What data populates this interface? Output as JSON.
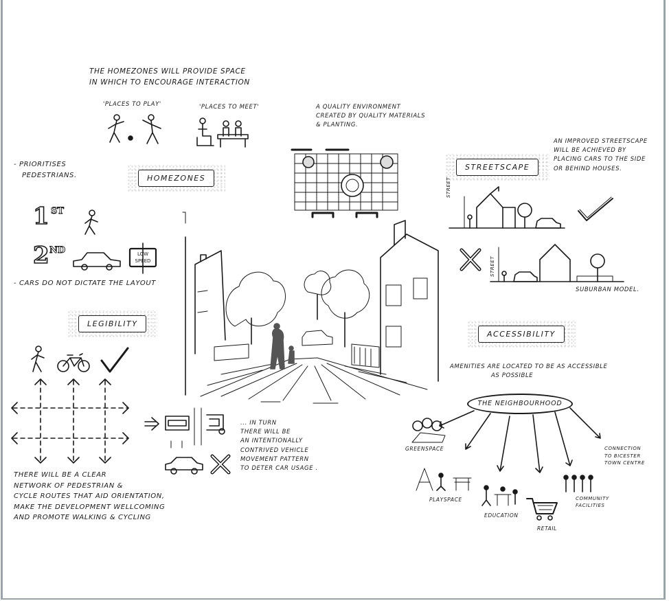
{
  "homezones": {
    "intro": [
      "THE HOMEZONES WILL PROVIDE SPACE",
      "IN WHICH TO ENCOURAGE INTERACTION"
    ],
    "places_to_play": "'PLACES TO PLAY'",
    "places_to_meet": "'PLACES TO MEET'",
    "title": "HOMEZONES",
    "prioritises": [
      "- PRIORITISES",
      "PEDESTRIANS."
    ]
  },
  "priority": {
    "first_num": "1",
    "first_sup": "ST",
    "second_num": "2",
    "second_sup": "ND",
    "sign_line1": "LOW",
    "sign_line2": "SPEED",
    "cars_note": "- CARS DO NOT DICTATE THE LAYOUT"
  },
  "quality": {
    "text": [
      "A QUALITY ENVIRONMENT",
      "CREATED BY QUALITY MATERIALS",
      "& PLANTING."
    ]
  },
  "streetscape": {
    "title": "STREETSCAPE",
    "text": [
      "AN IMPROVED STREETSCAPE",
      "WILL BE ACHIEVED BY",
      "PLACING CARS TO THE SIDE",
      "OR BEHIND HOUSES."
    ],
    "street_label": "STREET",
    "street_label_2": "STREET",
    "suburban": "SUBURBAN MODEL."
  },
  "legibility": {
    "title": "LEGIBILITY",
    "text": [
      "THERE WILL BE A CLEAR",
      "NETWORK OF PEDESTRIAN &",
      "CYCLE ROUTES THAT AID ORIENTATION,",
      "MAKE THE DEVELOPMENT WELLCOMING",
      "AND PROMOTE WALKING & CYCLING"
    ],
    "vehicle_text": [
      "... IN TURN",
      "THERE WILL BE",
      "AN INTENTIONALLY",
      "CONTRIVED VEHICLE",
      "MOVEMENT PATTERN",
      "TO DETER CAR USAGE ."
    ]
  },
  "accessibility": {
    "title": "ACCESSIBILITY",
    "text": [
      "AMENITIES ARE LOCATED TO BE AS ACCESSIBLE",
      "AS POSSIBLE"
    ],
    "hub": "THE NEIGHBOURHOOD",
    "greenspace": "GREENSPACE",
    "playspace": "PLAYSPACE",
    "education": "EDUCATION",
    "retail": "RETAIL",
    "community": [
      "COMMUNITY",
      "FACILITIES"
    ],
    "connection": [
      "CONNECTION",
      "TO BICESTER",
      "TOWN CENTRE"
    ]
  }
}
